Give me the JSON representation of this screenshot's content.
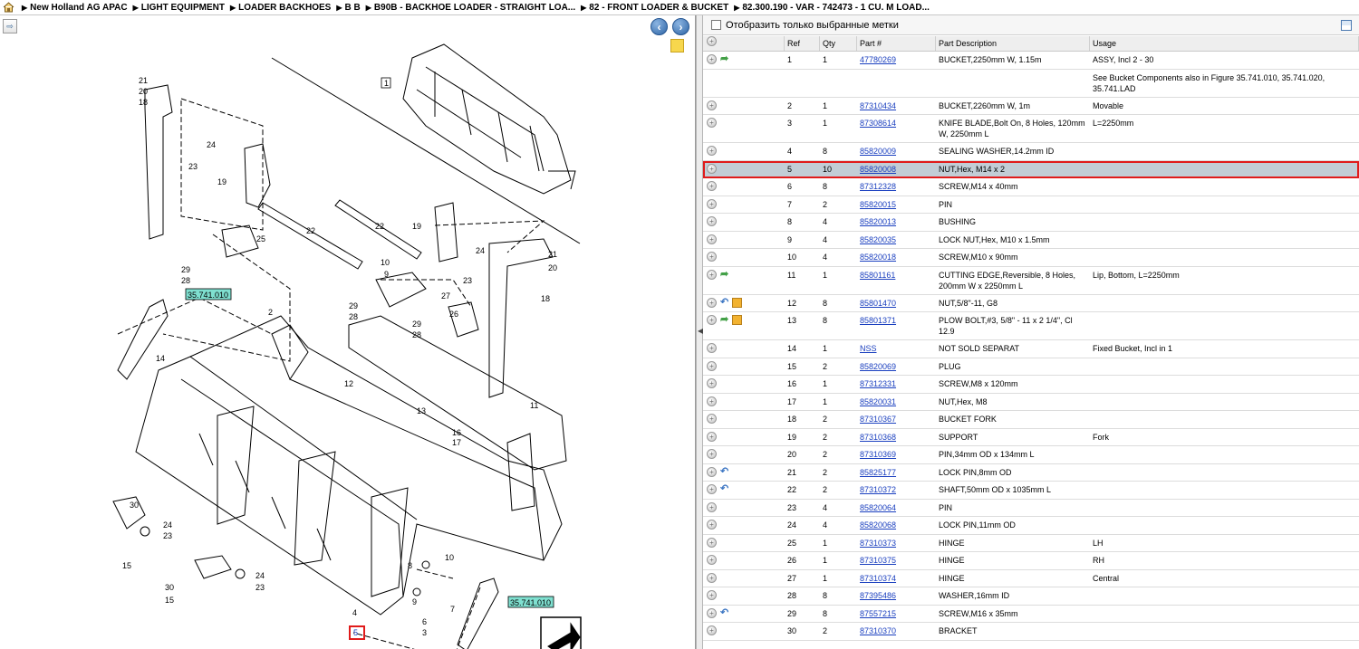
{
  "breadcrumb": [
    "New Holland AG APAC",
    "LIGHT EQUIPMENT",
    "LOADER BACKHOES",
    "B B",
    "B90B - BACKHOE LOADER - STRAIGHT LOA...",
    "82 - FRONT LOADER & BUCKET",
    "82.300.190 - VAR - 742473 - 1 CU. M LOAD..."
  ],
  "filter": {
    "label": "Отобразить только выбранные метки"
  },
  "grid": {
    "headers": {
      "ref": "Ref",
      "qty": "Qty",
      "part": "Part #",
      "desc": "Part Description",
      "usage": "Usage"
    },
    "rows": [
      {
        "ref": "1",
        "qty": "1",
        "part": "47780269",
        "desc": "BUCKET,2250mm W, 1.15m",
        "usage": "ASSY, Incl 2 - 30",
        "icons": [
          "plus",
          "green-arrow"
        ]
      },
      {
        "ref": "",
        "qty": "",
        "part": "",
        "desc": "",
        "usage": "See Bucket Components also in Figure 35.741.010, 35.741.020, 35.741.LAD",
        "icons": []
      },
      {
        "ref": "2",
        "qty": "1",
        "part": "87310434",
        "desc": "BUCKET,2260mm W, 1m",
        "usage": "Movable",
        "icons": [
          "plus"
        ]
      },
      {
        "ref": "3",
        "qty": "1",
        "part": "87308614",
        "desc": "KNIFE BLADE,Bolt On, 8 Holes, 120mm W, 2250mm L",
        "usage": "L=2250mm",
        "icons": [
          "plus"
        ]
      },
      {
        "ref": "4",
        "qty": "8",
        "part": "85820009",
        "desc": "SEALING WASHER,14.2mm ID",
        "usage": "",
        "icons": [
          "plus"
        ]
      },
      {
        "ref": "5",
        "qty": "10",
        "part": "85820008",
        "desc": "NUT,Hex, M14 x 2",
        "usage": "",
        "icons": [
          "plus"
        ],
        "selected": true
      },
      {
        "ref": "6",
        "qty": "8",
        "part": "87312328",
        "desc": "SCREW,M14 x 40mm",
        "usage": "",
        "icons": [
          "plus"
        ]
      },
      {
        "ref": "7",
        "qty": "2",
        "part": "85820015",
        "desc": "PIN",
        "usage": "",
        "icons": [
          "plus"
        ]
      },
      {
        "ref": "8",
        "qty": "4",
        "part": "85820013",
        "desc": "BUSHING",
        "usage": "",
        "icons": [
          "plus"
        ]
      },
      {
        "ref": "9",
        "qty": "4",
        "part": "85820035",
        "desc": "LOCK NUT,Hex, M10 x 1.5mm",
        "usage": "",
        "icons": [
          "plus"
        ]
      },
      {
        "ref": "10",
        "qty": "4",
        "part": "85820018",
        "desc": "SCREW,M10 x 90mm",
        "usage": "",
        "icons": [
          "plus"
        ]
      },
      {
        "ref": "11",
        "qty": "1",
        "part": "85801161",
        "desc": "CUTTING EDGE,Reversible, 8 Holes, 200mm W x 2250mm L",
        "usage": "Lip, Bottom, L=2250mm",
        "icons": [
          "plus",
          "green-arrow"
        ]
      },
      {
        "ref": "12",
        "qty": "8",
        "part": "85801470",
        "desc": "NUT,5/8\"-11, G8",
        "usage": "",
        "icons": [
          "plus",
          "blue-arrow",
          "box"
        ]
      },
      {
        "ref": "13",
        "qty": "8",
        "part": "85801371",
        "desc": "PLOW BOLT,#3, 5/8\" - 11 x 2 1/4\", Cl 12.9",
        "usage": "",
        "icons": [
          "plus",
          "green-arrow",
          "box"
        ]
      },
      {
        "ref": "14",
        "qty": "1",
        "part": "NSS",
        "desc": "NOT SOLD SEPARAT",
        "usage": "Fixed Bucket, Incl in 1",
        "icons": [
          "plus"
        ]
      },
      {
        "ref": "15",
        "qty": "2",
        "part": "85820069",
        "desc": "PLUG",
        "usage": "",
        "icons": [
          "plus"
        ]
      },
      {
        "ref": "16",
        "qty": "1",
        "part": "87312331",
        "desc": "SCREW,M8 x 120mm",
        "usage": "",
        "icons": [
          "plus"
        ]
      },
      {
        "ref": "17",
        "qty": "1",
        "part": "85820031",
        "desc": "NUT,Hex, M8",
        "usage": "",
        "icons": [
          "plus"
        ]
      },
      {
        "ref": "18",
        "qty": "2",
        "part": "87310367",
        "desc": "BUCKET FORK",
        "usage": "",
        "icons": [
          "plus"
        ]
      },
      {
        "ref": "19",
        "qty": "2",
        "part": "87310368",
        "desc": "SUPPORT",
        "usage": "Fork",
        "icons": [
          "plus"
        ]
      },
      {
        "ref": "20",
        "qty": "2",
        "part": "87310369",
        "desc": "PIN,34mm OD x 134mm L",
        "usage": "",
        "icons": [
          "plus"
        ]
      },
      {
        "ref": "21",
        "qty": "2",
        "part": "85825177",
        "desc": "LOCK PIN,8mm OD",
        "usage": "",
        "icons": [
          "plus",
          "blue-arrow"
        ]
      },
      {
        "ref": "22",
        "qty": "2",
        "part": "87310372",
        "desc": "SHAFT,50mm OD x 1035mm L",
        "usage": "",
        "icons": [
          "plus",
          "blue-arrow"
        ]
      },
      {
        "ref": "23",
        "qty": "4",
        "part": "85820064",
        "desc": "PIN",
        "usage": "",
        "icons": [
          "plus"
        ]
      },
      {
        "ref": "24",
        "qty": "4",
        "part": "85820068",
        "desc": "LOCK PIN,11mm OD",
        "usage": "",
        "icons": [
          "plus"
        ]
      },
      {
        "ref": "25",
        "qty": "1",
        "part": "87310373",
        "desc": "HINGE",
        "usage": "LH",
        "icons": [
          "plus"
        ]
      },
      {
        "ref": "26",
        "qty": "1",
        "part": "87310375",
        "desc": "HINGE",
        "usage": "RH",
        "icons": [
          "plus"
        ]
      },
      {
        "ref": "27",
        "qty": "1",
        "part": "87310374",
        "desc": "HINGE",
        "usage": "Central",
        "icons": [
          "plus"
        ]
      },
      {
        "ref": "28",
        "qty": "8",
        "part": "87395486",
        "desc": "WASHER,16mm ID",
        "usage": "",
        "icons": [
          "plus"
        ]
      },
      {
        "ref": "29",
        "qty": "8",
        "part": "87557215",
        "desc": "SCREW,M16 x 35mm",
        "usage": "",
        "icons": [
          "plus",
          "blue-arrow"
        ]
      },
      {
        "ref": "30",
        "qty": "2",
        "part": "87310370",
        "desc": "BRACKET",
        "usage": "",
        "icons": [
          "plus"
        ]
      }
    ]
  },
  "diagram": {
    "callouts": [
      "21",
      "20",
      "18",
      "24",
      "23",
      "19",
      "22",
      "22",
      "19",
      "24",
      "23",
      "25",
      "29",
      "28",
      "10",
      "9",
      "27",
      "21",
      "20",
      "18",
      "29",
      "28",
      "29",
      "28",
      "26",
      "2",
      "14",
      "12",
      "13",
      "11",
      "16",
      "17",
      "30",
      "24",
      "23",
      "15",
      "30",
      "15",
      "24",
      "23",
      "10",
      "8",
      "9",
      "7",
      "6",
      "3",
      "4",
      "5",
      "1"
    ],
    "figure_refs": [
      "35.741.010",
      "35.741.010"
    ],
    "highlight_ref": "5"
  },
  "colors": {
    "selection_outline": "#e01b1b",
    "selection_fill": "#c2cdd6",
    "link": "#1a3fbf",
    "figref_fill": "#7fe0d0"
  }
}
